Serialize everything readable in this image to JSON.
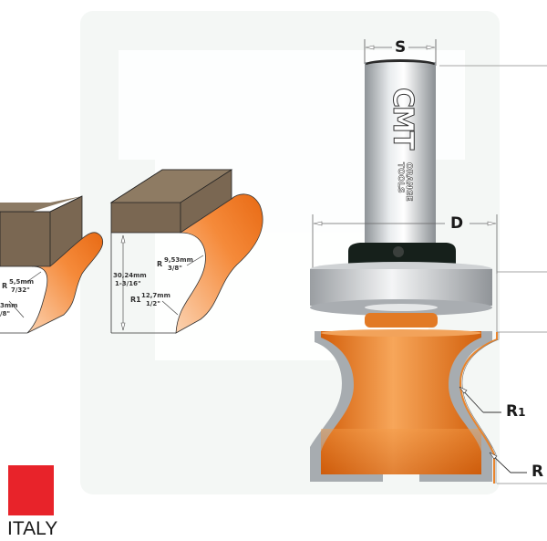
{
  "product": {
    "brand": "CMT",
    "brand_subtitle": "ORANGE TOOLS",
    "origin_label": "ITALY",
    "colors": {
      "cutter_orange": "#f07a1c",
      "wood_brown": "#7d6a55",
      "steel_gray": "#b8bcc0",
      "bearing_black": "#1a1f1c",
      "flag_red": "#e8232a"
    }
  },
  "diagram": {
    "dimension_labels": {
      "shank_diameter": "S",
      "cutting_diameter": "D",
      "radius_1": "R1",
      "radius_1_sub": "1",
      "radius_main": "R"
    }
  },
  "profiles": [
    {
      "name": "profile-small",
      "r_label": "R",
      "r_mm": "5,5mm",
      "r_inch": "7/32\"",
      "r1_mm_partial": "3mm",
      "r1_inch_partial": "/8\""
    },
    {
      "name": "profile-large",
      "height_mm": "30,24mm",
      "height_inch": "1-3/16\"",
      "r_label": "R",
      "r_mm": "9,53mm",
      "r_inch": "3/8\"",
      "r1_label": "R1",
      "r1_mm": "12,7mm",
      "r1_inch": "1/2\""
    }
  ]
}
